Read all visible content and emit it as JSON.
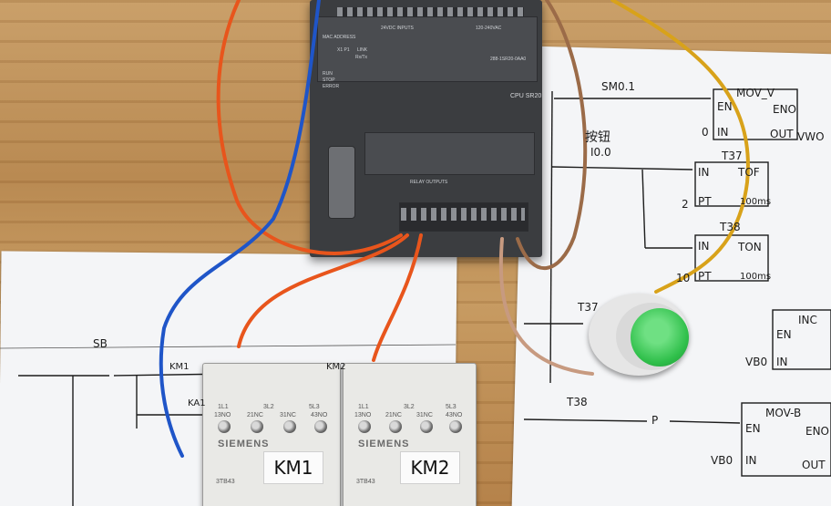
{
  "scene": {
    "description_colors": {
      "wood": "#c49a60",
      "paper": "#f4f5f7",
      "plc_body": "#3b3d40",
      "button_green": "#2fbf4a",
      "wire_red": "#e8551c",
      "wire_blue": "#1f55c8",
      "wire_brown": "#9b6b48",
      "wire_yellow": "#d8a21a"
    }
  },
  "plc": {
    "model_text": "CPU SR20",
    "order_text": "288-1SR20-0AA0",
    "inputs_label": "24VDC INPUTS",
    "power_label": "120-240VAC",
    "relay_label": "RELAY OUTPUTS",
    "mac_label": "MAC ADDRESS",
    "run_label": "RUN",
    "stop_label": "STOP",
    "error_label": "ERROR",
    "x1_label": "X1 P1",
    "link_label": "LINK",
    "rx_label": "Rx/Tx"
  },
  "ladder_right": {
    "sm": "SM0.1",
    "mov_v": "MOV_V",
    "en1": "EN",
    "eno1": "ENO",
    "in1": "IN",
    "out1": "OUT",
    "zero": "0",
    "vwo": "VWO",
    "btn_cn": "按钮",
    "i00": "I0.0",
    "t37": "T37",
    "in2": "IN",
    "tof": "TOF",
    "pt2": "PT",
    "two": "2",
    "ms1": "100ms",
    "t38": "T38",
    "in3": "IN",
    "ton": "TON",
    "pt3": "PT",
    "ten": "10",
    "ms2": "100ms",
    "t37b": "T37",
    "inc": "INC",
    "en4": "EN",
    "vbo1": "VB0",
    "in4": "IN",
    "t38b": "T38",
    "p": "P",
    "movb": "MOV-B",
    "en5": "EN",
    "eno5": "ENO",
    "vbo2": "VB0",
    "in5": "IN",
    "out5": "OUT"
  },
  "ladder_left": {
    "sb": "SB",
    "km1": "KM1",
    "ka1": "KA1",
    "km2": "KM2"
  },
  "contactors": [
    {
      "brand": "SIEMENS",
      "tag": "KM1",
      "top_a": "1L1",
      "top_b": "3L2",
      "top_c": "5L3",
      "no1": "13NO",
      "nc1": "21NC",
      "nc2": "31NC",
      "no2": "43NO",
      "code": "3TB43"
    },
    {
      "brand": "SIEMENS",
      "tag": "KM2",
      "top_a": "1L1",
      "top_b": "3L2",
      "top_c": "5L3",
      "no1": "13NO",
      "nc1": "21NC",
      "nc2": "31NC",
      "no2": "43NO",
      "code": "3TB43"
    }
  ]
}
